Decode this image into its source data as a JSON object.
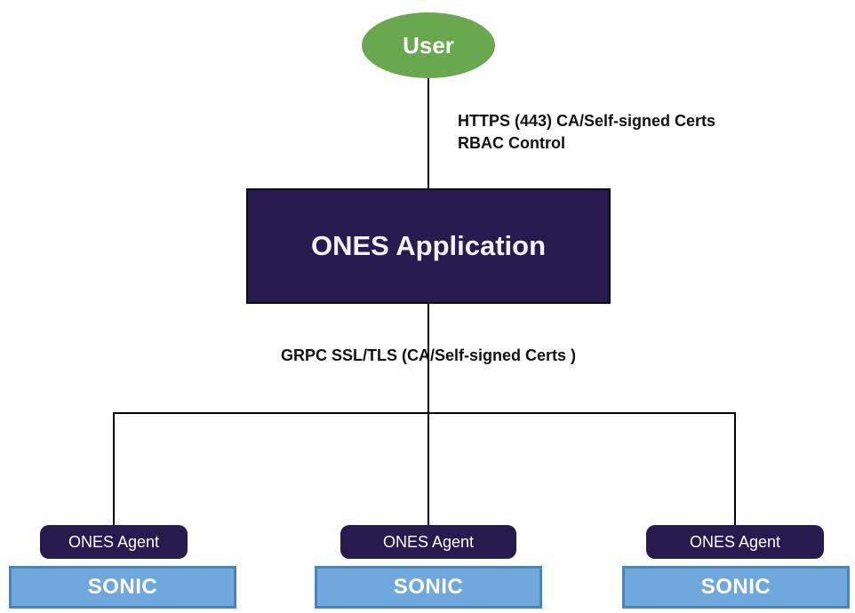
{
  "diagram": {
    "user_node": {
      "label": "User"
    },
    "user_app_edge": {
      "label_line1": "HTTPS (443) CA/Self-signed Certs",
      "label_line2": "RBAC Control"
    },
    "app_node": {
      "label": "ONES Application"
    },
    "app_agents_edge": {
      "label": "GRPC SSL/TLS (CA/Self-signed Certs )"
    },
    "agents": [
      {
        "label": "ONES Agent",
        "device": "SONIC"
      },
      {
        "label": "ONES Agent",
        "device": "SONIC"
      },
      {
        "label": "ONES Agent",
        "device": "SONIC"
      }
    ],
    "colors": {
      "green": "#6aa84f",
      "navy": "#261a4e",
      "blue_fill": "#6fa8dc",
      "blue_border": "#4a84bd",
      "line": "#000000"
    }
  }
}
